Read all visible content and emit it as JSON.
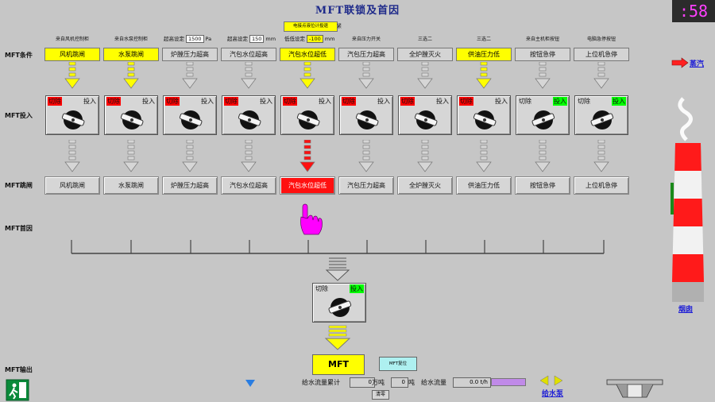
{
  "title": "MFT联锁及首因",
  "clock": ":58",
  "row_labels": {
    "condition": "MFT条件",
    "input": "MFT投入",
    "trip": "MFT跳闸",
    "first_cause": "MFT首因",
    "output": "MFT输出"
  },
  "setpoints": {
    "furnace": {
      "label": "超高设定",
      "value": "1500",
      "unit": "Pa"
    },
    "drum_high": {
      "label": "超高设定",
      "value": "150",
      "unit": "mm"
    },
    "drum_low": {
      "label": "低低设定",
      "value": "-100",
      "unit": "mm"
    }
  },
  "hint": {
    "box": "电接点液位计投退",
    "after": "紧"
  },
  "columns": [
    {
      "header": "来自风机控制柜",
      "condition": "风机跳闸",
      "trip": "风机跳闸",
      "cond_on": true,
      "left": "切除",
      "right": "投入",
      "left_red": true,
      "right_green": false
    },
    {
      "header": "来自水泵控制柜",
      "condition": "水泵跳闸",
      "trip": "水泵跳闸",
      "cond_on": true,
      "left": "切除",
      "right": "投入",
      "left_red": true,
      "right_green": false
    },
    {
      "header": "",
      "condition": "炉膛压力超高",
      "trip": "炉膛压力超高",
      "cond_on": false,
      "left": "切除",
      "right": "投入",
      "left_red": true,
      "right_green": false
    },
    {
      "header": "",
      "condition": "汽包水位超高",
      "trip": "汽包水位超高",
      "cond_on": false,
      "left": "切除",
      "right": "投入",
      "left_red": true,
      "right_green": false
    },
    {
      "header": "",
      "condition": "汽包水位超低",
      "trip": "汽包水位超低",
      "cond_on": true,
      "left": "切除",
      "right": "投入",
      "left_red": true,
      "right_green": false
    },
    {
      "header": "来自压力开关",
      "condition": "汽包压力超高",
      "trip": "汽包压力超高",
      "cond_on": false,
      "left": "切除",
      "right": "投入",
      "left_red": true,
      "right_green": false
    },
    {
      "header": "三选二",
      "condition": "全炉膛灭火",
      "trip": "全炉膛灭火",
      "cond_on": false,
      "left": "切除",
      "right": "投入",
      "left_red": true,
      "right_green": false
    },
    {
      "header": "三选二",
      "condition": "供油压力低",
      "trip": "供油压力低",
      "cond_on": true,
      "left": "切除",
      "right": "投入",
      "left_red": true,
      "right_green": false
    },
    {
      "header": "来自主机柜按钮",
      "condition": "按钮急停",
      "trip": "按钮急停",
      "cond_on": false,
      "left": "切除",
      "right": "投入",
      "left_red": false,
      "right_green": true
    },
    {
      "header": "电脑急停按钮",
      "condition": "上位机急停",
      "trip": "上位机急停",
      "cond_on": false,
      "left": "切除",
      "right": "投入",
      "left_red": false,
      "right_green": true
    }
  ],
  "active_trip_index": 4,
  "master": {
    "left": "切除",
    "right": "投入"
  },
  "mft_button": "MFT",
  "reset_button": "MFT复位",
  "bottom": {
    "flow_total_label": "给水流量累计",
    "flow_total_value": "0",
    "flow_total_unit": "万吨",
    "ton_value": "0",
    "ton_unit": "吨",
    "flow_label": "给水流量",
    "flow_value": "0.0 t/h",
    "clear_button": "清零",
    "pump_link": "给水泵"
  },
  "links": {
    "steam": "蒸汽",
    "chimney": "烟囱"
  },
  "colors": {
    "yellow": "#ffff00",
    "red": "#ff1010",
    "green": "#00ff00",
    "background": "#c6c6c6"
  }
}
